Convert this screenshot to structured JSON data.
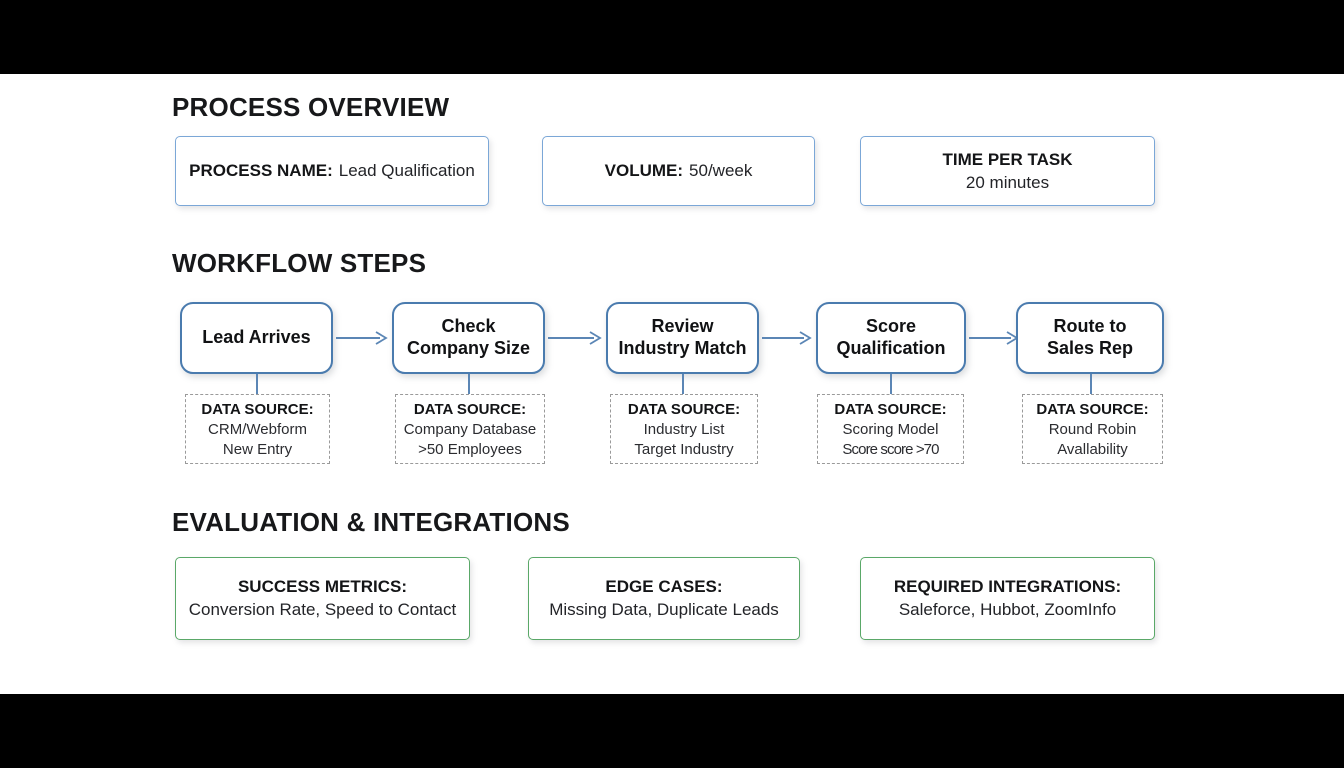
{
  "theme": {
    "letterbox_color": "#000000",
    "canvas_color": "#ffffff",
    "card_border_blue": "#7ba7d7",
    "card_border_green": "#5aa868",
    "step_border_blue": "#4a7bae",
    "connector_blue": "#5b86b5",
    "dashed_border_gray": "#9a9a9a",
    "heading_color": "#17181a"
  },
  "sections": {
    "overview": {
      "title": "PROCESS OVERVIEW"
    },
    "workflow": {
      "title": "WORKFLOW STEPS"
    },
    "evaluation": {
      "title": "EVALUATION & INTEGRATIONS"
    }
  },
  "overview_cards": [
    {
      "label": "PROCESS NAME:",
      "value": "Lead Qualification",
      "layout": "inline"
    },
    {
      "label": "VOLUME:",
      "value": "50/week",
      "layout": "inline"
    },
    {
      "label": "TIME PER TASK",
      "value": "20 minutes",
      "layout": "stacked"
    }
  ],
  "workflow_steps": [
    {
      "title_line1": "Lead Arrives",
      "title_line2": "",
      "data_source": {
        "heading": "DATA SOURCE:",
        "line1": "CRM/Webform",
        "line2": "New Entry"
      }
    },
    {
      "title_line1": "Check",
      "title_line2": "Company Size",
      "data_source": {
        "heading": "DATA SOURCE:",
        "line1": "Company Database",
        "line2": ">50 Employees"
      }
    },
    {
      "title_line1": "Review",
      "title_line2": "Industry Match",
      "data_source": {
        "heading": "DATA SOURCE:",
        "line1": "Industry List",
        "line2": "Target Industry"
      }
    },
    {
      "title_line1": "Score",
      "title_line2": "Qualification",
      "data_source": {
        "heading": "DATA SOURCE:",
        "line1": "Scoring Model",
        "line2": "Score score >70"
      }
    },
    {
      "title_line1": "Route to",
      "title_line2": "Sales Rep",
      "data_source": {
        "heading": "DATA SOURCE:",
        "line1": "Round Robin",
        "line2": "Avallability"
      }
    }
  ],
  "evaluation_cards": [
    {
      "label": "SUCCESS METRICS:",
      "value": "Conversion Rate, Speed to Contact"
    },
    {
      "label": "EDGE CASES:",
      "value": "Missing Data, Duplicate Leads"
    },
    {
      "label": "REQUIRED INTEGRATIONS:",
      "value": "Saleforce, Hubbot, ZoomInfo"
    }
  ]
}
